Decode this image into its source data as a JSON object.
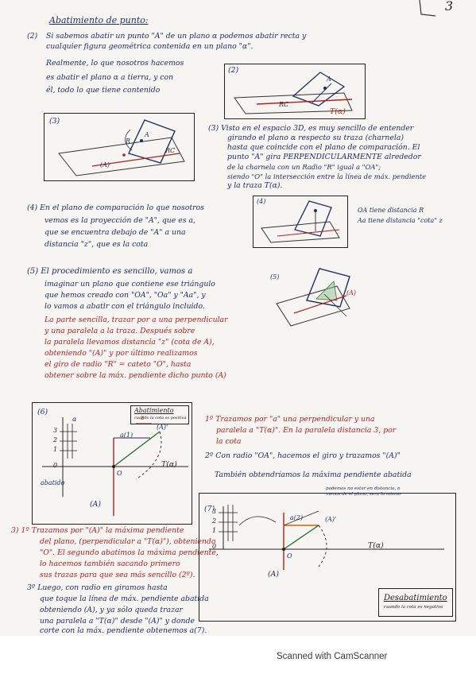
{
  "section_title": "Abatimiento de punto:",
  "corner_mark": "3",
  "p2": {
    "num": "(2)",
    "lines": [
      "Si sabemos abatir un punto \"A\" de un plano α podemos abatir recta y",
      "cualquier figura geométrica contenida en un plano \"α\"."
    ],
    "lines2": [
      "Realmente, lo que nosotros hacemos",
      "es abatir el plano α a tierra, y con",
      "él, todo lo que tiene contenido"
    ],
    "fig_label": "(2)",
    "fig_A": "A",
    "fig_T": "T(α)",
    "fig_rc": "RC"
  },
  "p3": {
    "fig_label": "(3)",
    "fig_A": "A",
    "fig_R": "R",
    "fig_A_ab": "(A)",
    "fig_rc": "RC",
    "lines": [
      "(3) Visto en el espacio 3D, es muy sencillo de entender",
      "girando el plano α respecto su traza (charnela)",
      "hasta que coincide con el plano de comparación. El",
      "punto \"A\" gira PERPENDICULARMENTE alrededor",
      "de la charnela con un Radio \"R\" igual a \"OA\";",
      "siendo \"O\" la intersección entre la línea de máx. pendiente",
      "y la traza T(α)."
    ]
  },
  "p4": {
    "lines": [
      "(4) En el plano de comparación lo que nosotros",
      "vemos es la proyección de \"A\", que es a,",
      "que se encuentra debajo de \"A\" a una",
      "distancia \"z\", que es la cota"
    ],
    "fig_label": "(4)",
    "note1": "OA tiene distancia R",
    "note2": "Aa tiene distancia \"cota\" z"
  },
  "p5": {
    "lines_blue": [
      "(5) El procedimiento es sencillo, vamos a",
      "imaginar un plano que contiene ese triángulo",
      "que hemos creado con \"OA\", \"Oa\" y \"Aa\", y",
      "lo vamos a abatir con el triángulo incluido."
    ],
    "lines_red": [
      "La parte sencilla, trazar por a una perpendicular",
      "y una paralela a la traza. Después sobre",
      "la paralela llevamos distancia \"z\" (cota de A),",
      "obteniendo \"(A)\" y por último realizamos",
      "el giro de radio \"R\" = cateto \"O\", hasta",
      "obtener sobre la máx. pendiente dicho punto (A)"
    ],
    "fig_label": "(5)",
    "fig_A": "(A)"
  },
  "p6": {
    "fig_label": "(6)",
    "box_title": "Abatimiento",
    "box_sub": "cuando la cota es positiva",
    "alpha": "α",
    "a1": "a(1)",
    "A1": "(A)'",
    "T": "T(α)",
    "O": "O",
    "A": "(A)",
    "abatido": "abatido",
    "z": "z",
    "ticks": [
      "3",
      "2",
      "1",
      "0"
    ],
    "step1": [
      "1º Trazamos por \"a\" una perpendicular y una",
      "paralela a \"T(α)\". En la paralela distancia 3, por",
      "la cota"
    ],
    "step2": "2º Con radio \"OA\", hacemos el giro y trazamos \"(A)\"",
    "extra": "También obtendríamos la máxima pendiente abatida"
  },
  "p7": {
    "fig_label": "(7)",
    "note": [
      "podemos no estar en distancia, o",
      "menos de el plano, sera lo mismo"
    ],
    "a2": "a(2)",
    "A1": "(A)'",
    "T": "T(α)",
    "O": "O",
    "A": "(A)",
    "box_title": "Desabatimiento",
    "box_sub": "cuando la cota es negativa",
    "ticks": [
      "3",
      "2",
      "1",
      "0"
    ],
    "lines": [
      "3) 1º Trazamos por \"(A)\" la máxima pendiente",
      "del plano, (perpendicular a \"T(α)\"), obteniendo",
      "\"O\". El segundo abatimos la máxima pendiente,",
      "lo hacemos también sacando primero",
      "sus trazas para que sea más sencillo (2º).",
      "3º Luego, con radio en giramos hasta",
      "que toque la línea de máx. pendiente abatida",
      "obteniendo (A), y ya sólo queda trazar",
      "una paralela a \"T(α)\" desde \"(A)\" y donde",
      "corte con la máx. pendiente obtenemos a(7)."
    ]
  },
  "footer": "Scanned with CamScanner",
  "colors": {
    "blue_ink": "#1f2c63",
    "red_ink": "#b41e21",
    "paper": "#f6f5f1"
  }
}
